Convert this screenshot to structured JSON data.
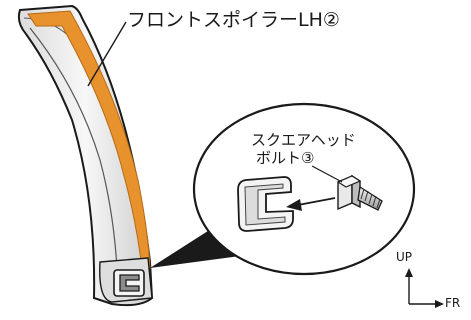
{
  "labels": {
    "spoiler": "フロントスポイラーLH②",
    "bolt_line1": "スクエアヘッド",
    "bolt_line2": "ボルト③",
    "up": "UP",
    "fr": "FR"
  },
  "colors": {
    "stripe": "#e8922e",
    "line": "#1a1a1a",
    "fill_light": "#f1f1f1",
    "fill_mid": "#d8d8d8",
    "fill_dark": "#8c8c8c"
  },
  "icons": {
    "bracket": "c-shaped-bracket-icon",
    "bolt": "square-head-bolt-icon",
    "arrow": "insertion-arrow-icon"
  }
}
